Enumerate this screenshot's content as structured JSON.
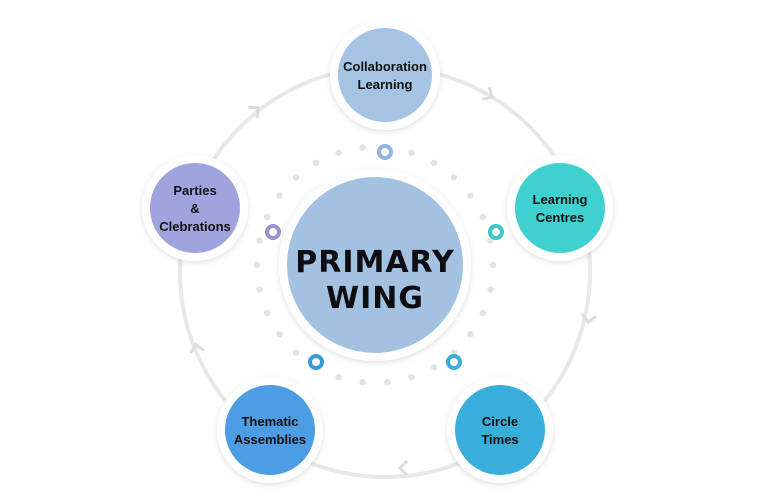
{
  "center": {
    "line1": "PRIMARY",
    "line2": "WING",
    "color": "#a3c1e0"
  },
  "nodes": [
    {
      "lines": [
        "Collaboration",
        "Learning"
      ],
      "color": "#a5c3e2"
    },
    {
      "lines": [
        "Learning",
        "Centres"
      ],
      "color": "#3fd0d0"
    },
    {
      "lines": [
        "Circle",
        "Times"
      ],
      "color": "#3aaedb"
    },
    {
      "lines": [
        "Thematic",
        "Assemblies"
      ],
      "color": "#4c9de3"
    },
    {
      "lines": [
        "Parties",
        "&",
        "Clebrations"
      ],
      "color": "#a0a4de"
    }
  ],
  "accent_rings": [
    "#8fb4e2",
    "#3cc8c8",
    "#3aaedb",
    "#3a9ad8",
    "#9a92d2"
  ],
  "cycle_color": "#e8e8ea"
}
